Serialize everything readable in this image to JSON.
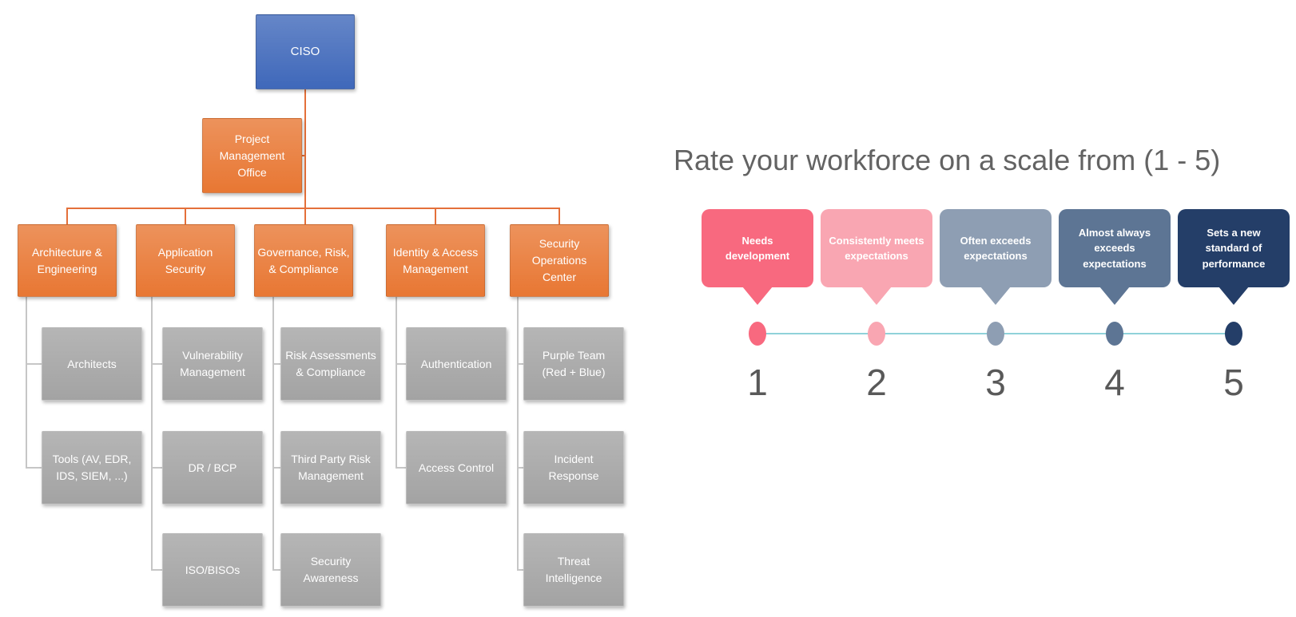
{
  "css_vars": {
    "ciso-fill": "#3f68ba",
    "dept-fill": "#e87733",
    "team-fill": "#a3a3a3",
    "line-orange": "#e4703a",
    "line-gray": "#c6c6c6",
    "title-color": "#636363",
    "number-color": "#595959",
    "scale-line": "#90d2d9"
  },
  "org_chart": {
    "root": "CISO",
    "pmo": "Project\nManagement\nOffice",
    "departments": [
      {
        "label": "Architecture &\nEngineering",
        "teams": [
          "Architects",
          "Tools (AV, EDR,\nIDS, SIEM, ...)"
        ]
      },
      {
        "label": "Application\nSecurity",
        "teams": [
          "Vulnerability\nManagement",
          "DR / BCP",
          "ISO/BISOs"
        ]
      },
      {
        "label": "Governance, Risk,\n& Compliance",
        "teams": [
          "Risk Assessments\n& Compliance",
          "Third Party Risk\nManagement",
          "Security\nAwareness"
        ]
      },
      {
        "label": "Identity & Access\nManagement",
        "teams": [
          "Authentication",
          "Access Control"
        ]
      },
      {
        "label": "Security\nOperations\nCenter",
        "teams": [
          "Purple Team\n(Red + Blue)",
          "Incident\nResponse",
          "Threat\nIntelligence"
        ]
      }
    ]
  },
  "rating_scale": {
    "title": "Rate your workforce on a scale from (1 - 5)",
    "levels": [
      {
        "value": "1",
        "label": "Needs\ndevelopment",
        "color": "#f8697f"
      },
      {
        "value": "2",
        "label": "Consistently meets\nexpectations",
        "color": "#f9a6b2"
      },
      {
        "value": "3",
        "label": "Often exceeds\nexpectations",
        "color": "#8e9eb3"
      },
      {
        "value": "4",
        "label": "Almost always\nexceeds\nexpectations",
        "color": "#5d7594"
      },
      {
        "value": "5",
        "label": "Sets a new\nstandard of\nperformance",
        "color": "#243e68"
      }
    ]
  }
}
